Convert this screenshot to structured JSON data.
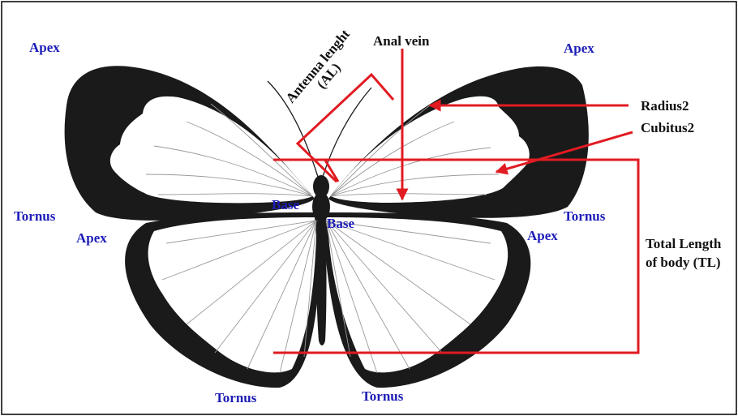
{
  "labels": {
    "apex_fore_left": "Apex",
    "apex_fore_right": "Apex",
    "apex_hind_left": "Apex",
    "apex_hind_right": "Apex",
    "tornus_fore_left": "Tornus",
    "tornus_fore_right": "Tornus",
    "tornus_hind_left": "Tornus",
    "tornus_hind_right": "Tornus",
    "base_left": "Base",
    "base_right": "Base",
    "antenna_length_line1": "Antenna lenght",
    "antenna_length_line2": "(AL)",
    "anal_vein": "Anal vein",
    "radius2": "Radius2",
    "cubitus2": "Cubitus2",
    "total_length_line1": "Total Length",
    "total_length_line2": "of body (TL)"
  },
  "colors": {
    "label_blue": "#1d1db8",
    "annotation_red": "#e11b22",
    "wing_dark": "#1a1a1a",
    "wing_light": "#ffffff"
  }
}
